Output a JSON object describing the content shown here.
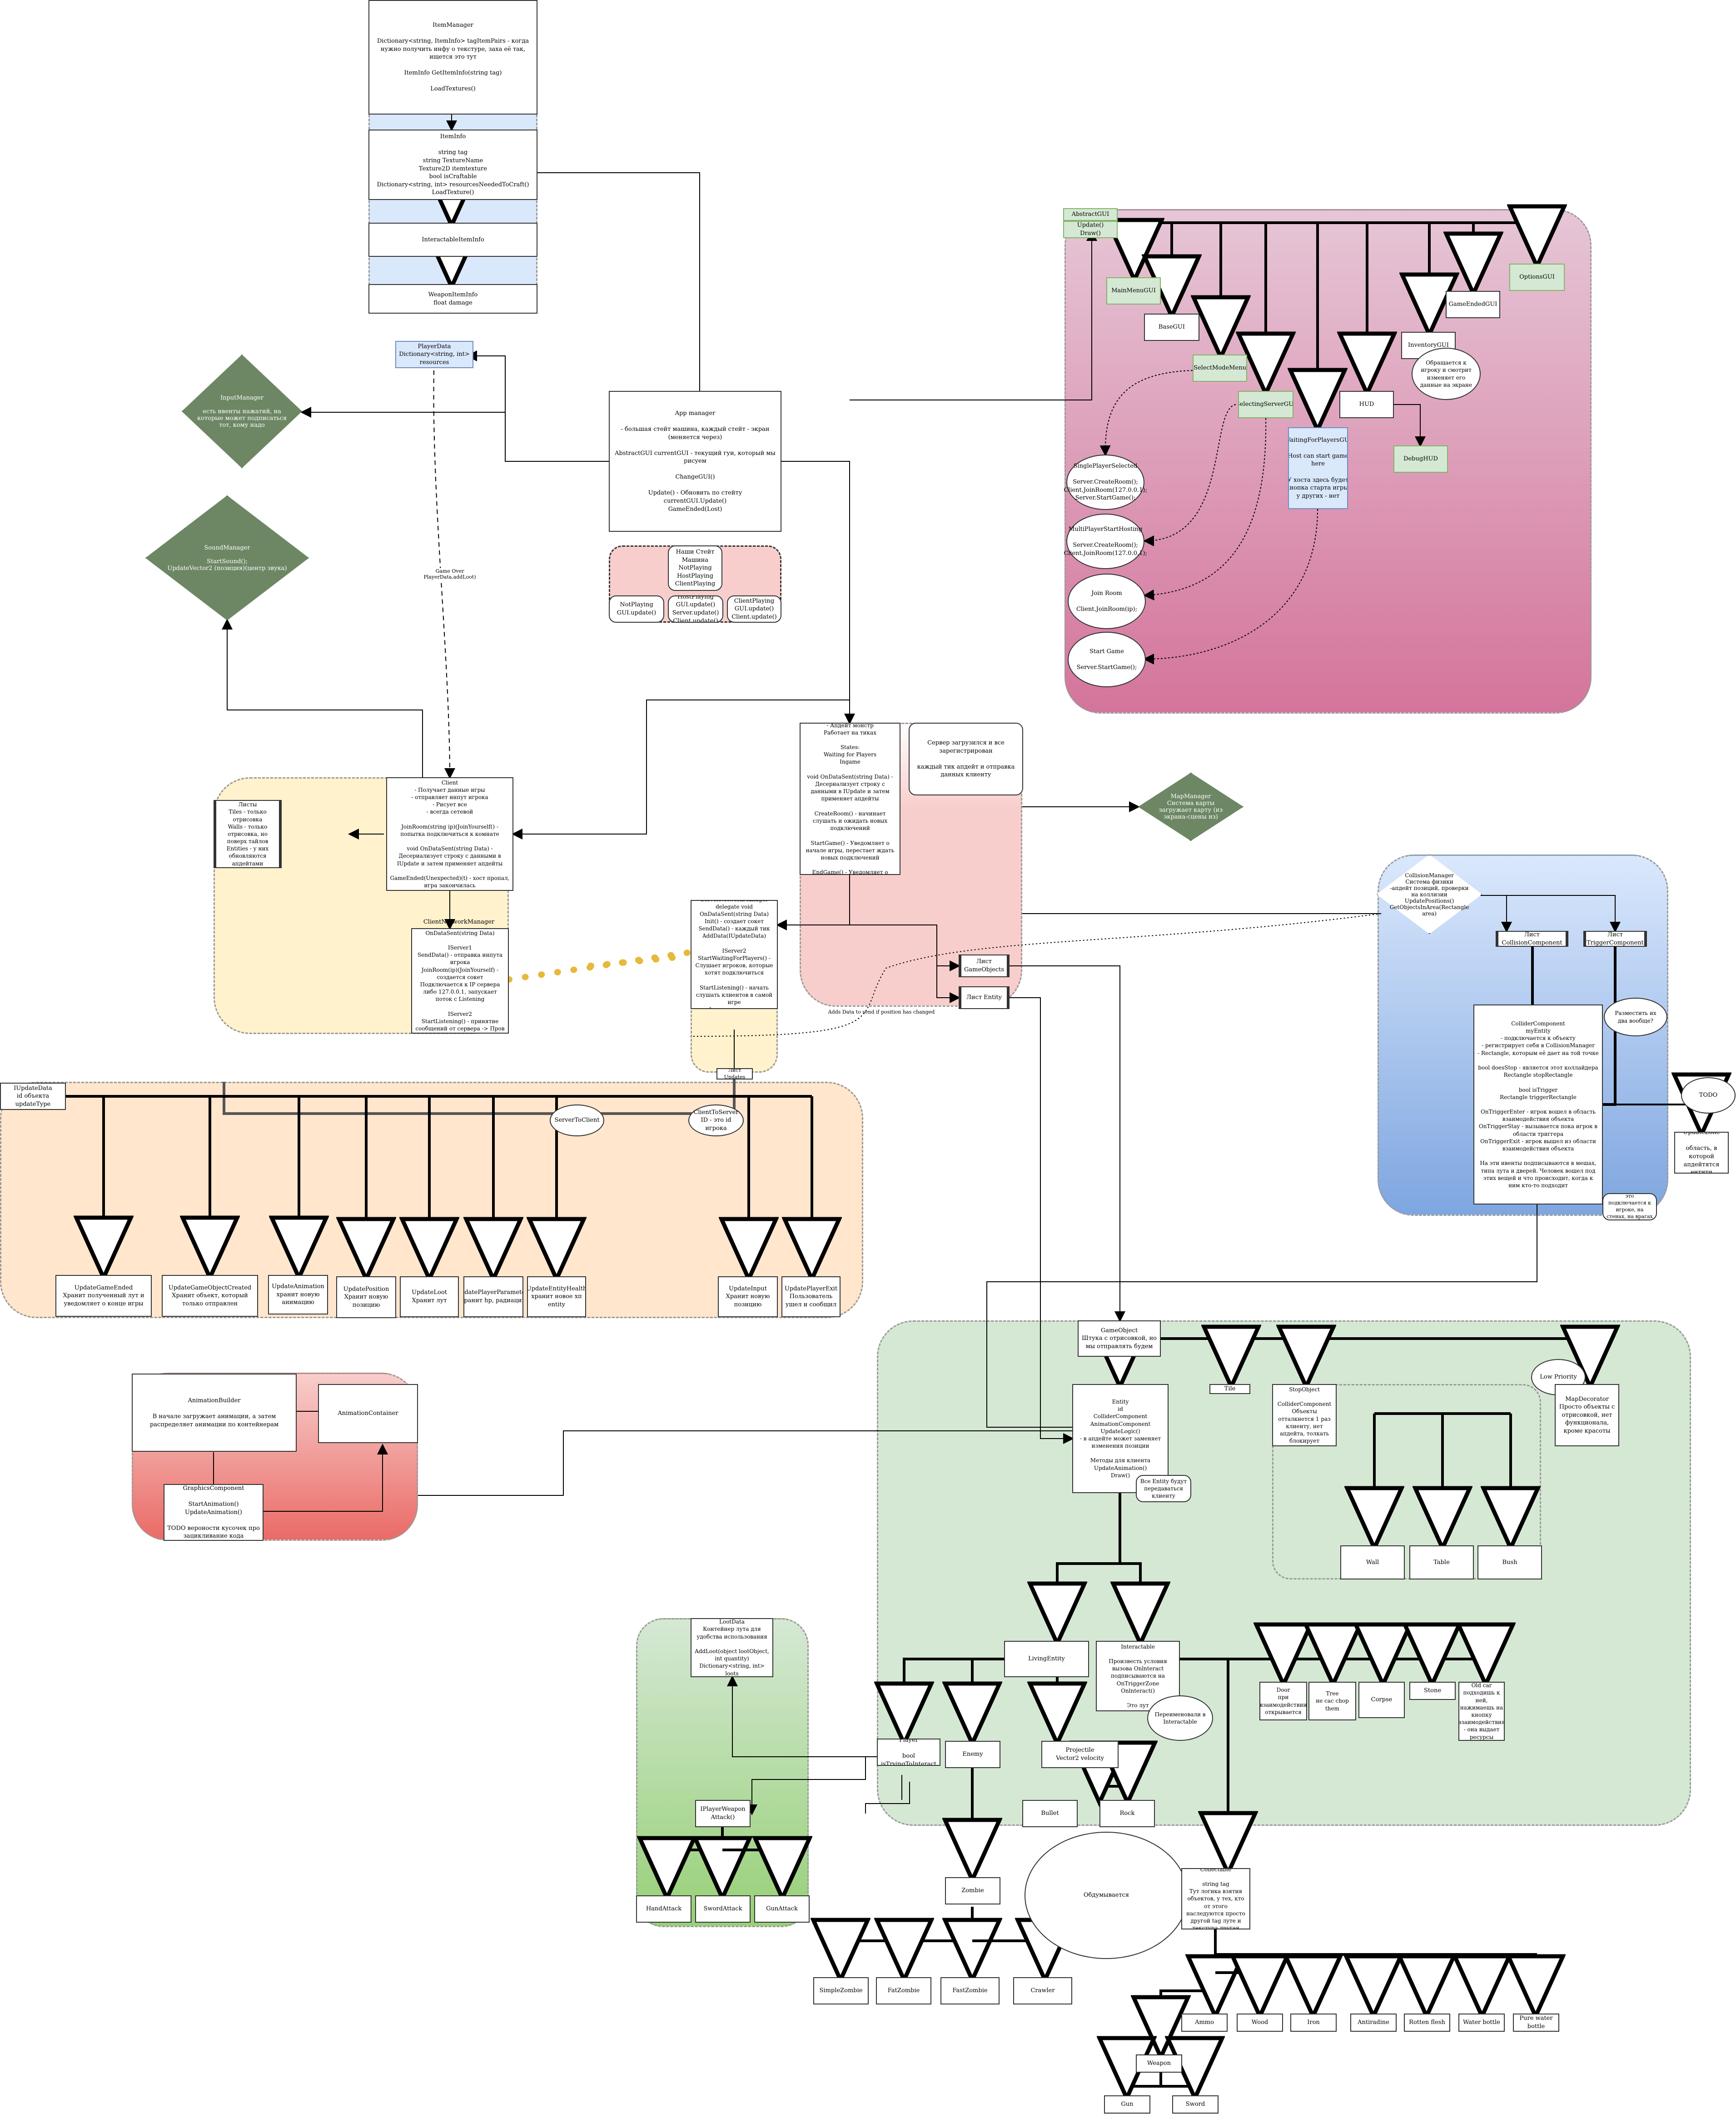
{
  "items_module": {
    "item_manager": "ItemManager\n\nDictionary<string, ItemInfo> tagItemPairs - когда нужно получить инфу о текстуре, заха её так, ищется это тут\n\nItemInfo GetItemInfo(string tag)\n\nLoadTextures()",
    "item_info": "ItemInfo\n\nstring tag\nstring TextureName\nTexture2D itemtexture\nbool isCraftable\nDictionary<string, int> resourcesNeededToCraft()\nLoadTexture()",
    "interactable_item_info": "InteractableItemInfo",
    "weapon_item_info": "WeaponItemInfo\nfloat damage"
  },
  "player_data": "PlayerData\nDictionary<string, int> resources",
  "input_manager": "InputManager\n\nесть ивенты нажатий, на которые может подписаться тот, кому надо",
  "sound_manager": "SoundManager\n\nStartSound();\nUpdateVector2 (позиция)(центр звука)",
  "app_manager": "App manager\n\n- большая стейт машина, каждый стейт - экран (меняется через)\n\nAbstractGUI currentGUI - текущий гуи, который мы рисуем\n\nChangeGUI()\n\nUpdate() - Обновить по стейту\ncurrentGUI.Update()\nGameEnded(Lost)",
  "app_states": {
    "center": "Наши Стейт Машина\nNotPlaying\nHostPlaying\nClientPlaying",
    "s1": "NotPlaying\nGUI.update()",
    "s2": "HostPlaying\nGUI.update()\nServer.update()\nClient.update()",
    "s3": "ClientPlaying\nGUI.update()\nClient.update()"
  },
  "game_over_label": "Game Over\nPlayerData,addLoot)",
  "gui_module": {
    "abstract_gui": "AbstractGUI",
    "abstract_methods": "Update()\nDraw()",
    "main_menu": "MainMenuGUI",
    "base_gui": "BaseGUI",
    "select_mode": "SelectModeMenu",
    "select_server": "SelectingServerGUI",
    "waiting": "WaitingForPlayersGUI\n\nHost can start game here\n\nУ хоста здесь будет кнопка старта игры, у других - нет",
    "hud": "HUD",
    "inventory": "InventoryGUI",
    "inventory_cloud": "Обращается к игроку и смотрит изменяет его данные на экране",
    "debug": "DebugHUD",
    "game_ended": "GameEndedGUI",
    "options": "OptionsGUI",
    "e_single": "SinglePlayerSelected\n\nServer.CreateRoom();\nClient.JoinRoom(127.0.0.1);\nServer.StartGame();",
    "e_multi": "MultiPlayerStartHosting\n\nServer.CreateRoom();\nClient.JoinRoom(127.0.0.1);",
    "e_join": "Join Room\n\nClient.JoinRoom(ip);",
    "e_start": "Start Game\n\nServer.StartGame();"
  },
  "server": "Server\n- Логика игры\n- Апдейт монстр\nРаботает на тиках\n\nStates:\n  Waiting for Players\n  Ingame\n\nvoid OnDataSent(string Data) - Десериализует строку с данными в IUpdate и затем применяет апдейты\n\nCreateRoom() - начинает слушать и ожидать новых подключений\n\nStartGame() - Уведомляет о начале игры, перестает ждать новых подключений\n\nEndGame() - Уведомляет о конце игры, все прослушки отключаются",
  "server_note": "Сервер загрузился и все зарегистрирован\n\nкаждый тик апдейт и отправка данных клиенту",
  "map_manager": "MapManager\nСистема карты\nзагружает карту (из экрана-сцены из)",
  "client": "Client\n- Получает данные игры\n- отправляет инпут игрока\n- Рисует все\n- всегда сетевой\n\nJoinRoom(string ip)(JoinYourself() - попытка подключиться к комнате\n\nvoid OnDataSent(string Data) - Десериализует строку с данными в IUpdate и затем применяет апдейты\n\nGameEnded(Unexpected)(t) - хост пропал, игра закончилась",
  "client_layers": "Листы\nTiles - только отрисовка\nWalls - только отрисовка, но поверх тайлов\nEntities - у них обновляются апдейтами",
  "client_network_manager_title": "ClientNetworkManager",
  "client_network_manager": "delegate void OnDataSent(string Data)\n\nIServer1\nSendData() - отправка инпута игрока\nJoinRoom(ip)(JoinYourself) - создается сокет Подключается к IP сервера либо 127.0.0.1, запускает поток с Listening\n\nIServer2\nStartListening() - принятие сообщений от сервера -> Пров ивента",
  "server_network_manager": "ServerNetworkManager\ndelegate void OnDataSent(string Data)\nInit() - создает сокет\nSendData() - каждый тик AddData(IUpdateData)\n\nIServer2\nStartWaitingForPlayers() - Слушает игроков, которые хотят подключиться\n\nStartListening() - начать слушать клиентов в самой игре\nАктивирует ивент",
  "list_updates": "Лист Updates",
  "list_gameobjects": "Лист GameObjects",
  "list_entity": "Лист Entity",
  "adds_note": "Adds Data to send if position has changed",
  "collision_manager": "CollisionManager\nСистема физики\n-апдейт позиций, проверки на коллизии\nUpdatePositions()\nGetObjectsInArea(Rectangle area)",
  "list_collision": "Лист CollisionComponent",
  "list_trigger": "Лист TriggerComponent",
  "collider_component": "ColliderComponent\nmyEntity\n- подключается к объекту\n- регистрирует себя в CollisionManager\n- Rectangle, которым её дает на той точке\n\nbool doesStop - является этот коллайдера Rectangle stopRectangle\n\nbool isTrigger\nRectangle triggerRectangle\n\nOnTriggerEnter - игрок вошел в область взаимодействия объекта\nOnTriggerStay - вызывается пока игрок в области триггера\nOnTriggerExit - игрок вышел из области взаимодействия объекта\n\nНа эти ивенты подписываются в мешах, типа лута и дверей. Человек вошел под этих вещей и что происходит, когда к ним кто-то подходит",
  "collider_cloud": "Разместить их два вообще?",
  "todo_cloud": "TODO",
  "update_zone": "UpdateZone\n\nобласть, в которой апдейтятся ентити",
  "collider_note": "это подключается к\nигроке, на стенах, на врагах",
  "updates_module": {
    "iupdate": "IUpdateData\nid объекта\nupdateType",
    "server_to_client": "ServerToClient",
    "client_to_server": "ClientToServer\nID - это id игрока",
    "u1": "UpdateGameEnded\nХранит полученный лут и уведомляет о конце игры",
    "u2": "UpdateGameObjectCreated\nХранит объект, который только отправлен",
    "u3": "UpdateAnimation\nхранит новую анимацию",
    "u4": "UpdatePosition\nХранит новую позицию",
    "u5": "UpdateLoot\nХранит лут",
    "u6": "UpdatePlayerParameters\nХранит hp, радиацию",
    "u7": "UpdateEntityHealth\nхранит новое хп entity",
    "u8": "UpdateInput\nХранит новую позицию",
    "u9": "UpdatePlayerExit\nПользователь ушел и сообщил"
  },
  "animation_module": {
    "builder": "AnimationBuilder\n\nВ начале загружает анимации, а затем распределяет анимации по контейнерам",
    "container": "AnimationContainer",
    "graphics": "GraphicsComponent\n\nStartAnimation()\nUpdateAnimation()\n\nTODO вероности кусочек про зацикливание кода"
  },
  "entities_module": {
    "game_object": "GameObject\nШтука с отрисовкой, но мы отправлять будем",
    "tile": "Tile",
    "low_priority": "Low Priority",
    "map_decorator": "MapDecorator\nПросто объекты с отрисовкой, нет функционала, кроме красоты",
    "entity": "Entity\nid\nColliderComponent\nAnimationComponent\nUpdateLogic()\n- в апдейте может заменяет изменения позиции\n\nМетоды для клиента\nUpdateAnimation()\nDraw()",
    "entity_note": "Все Entity будут передаваться клиенту",
    "stop_object": "StopObject\n\nColliderComponent\nОбъекты отталкнется 1 раз клиенту, нет апдейта, толкать блокирует",
    "wall": "Wall",
    "table": "Table",
    "bush": "Bush",
    "living_entity": "LivingEntity",
    "interactable": "Interactable\n\nПроизвесть условия вызова Onlnteract подписываются на OnTriggerZone Onlnteract()\n\nЭто лут",
    "interactable_cloud": "Переименовали в Interactable",
    "door": "Door\nпри взаимодействии открывается",
    "tree": "Tree\nне сас chop them",
    "corpse": "Corpse",
    "stone": "Stone",
    "oldcar": "Old car\nподходишь к ней, нажимаешь на кнопку взаимодействия - она выдает ресурсы",
    "player": "Player\n\nbool isTryingToInteract",
    "enemy": "Enemy",
    "projectile": "Projectile\nVector2 velocity",
    "bullet": "Bullet",
    "rock": "Rock"
  },
  "loot_data": "LootData\nКонтейнер лута для удобства использования\n\nAddLoot(object lootObject, int quantity)\nDictionary<string, int> loots",
  "player_weapon": "IPlayerWeapon\nAttack()",
  "hand_attack": "HandAttack",
  "sword_attack": "SwordAttack",
  "gun_attack": "GunAttack",
  "zombie": "Zombie",
  "zombies": [
    "SimpleZombie",
    "FatZombie",
    "FastZombie",
    "Crawler"
  ],
  "think_cloud": "Обдумывается",
  "collectable": "Collectable\n\nstring tag\nТут логика взятия объектов, у тех, кто от этого наследуются просто другой tag луте и текстура другая",
  "collectables": [
    "Ammo",
    "Wood",
    "Iron",
    "Antiradine",
    "Rotten flesh",
    "Water bottle",
    "Pure water bottle"
  ],
  "weapon": "Weapon",
  "weapons": [
    "Gun",
    "Sword"
  ],
  "colors": {
    "gui_region_top": "#e6c6d6",
    "gui_region_bottom": "#d4749c",
    "server_region": "#f8cecc",
    "client_region": "#fff2cc",
    "updates_region": "#ffe6cc",
    "physics_top": "#dae8fc",
    "physics_bottom": "#7ea6e0",
    "anim_top": "#f8cecc",
    "anim_bottom": "#ea6b66",
    "entities_region": "#d5e8d4",
    "loot_top": "#d5e8d4",
    "loot_bottom": "#97d077",
    "diamond": "#6d8764",
    "gold_dots": "#e6b93c"
  }
}
